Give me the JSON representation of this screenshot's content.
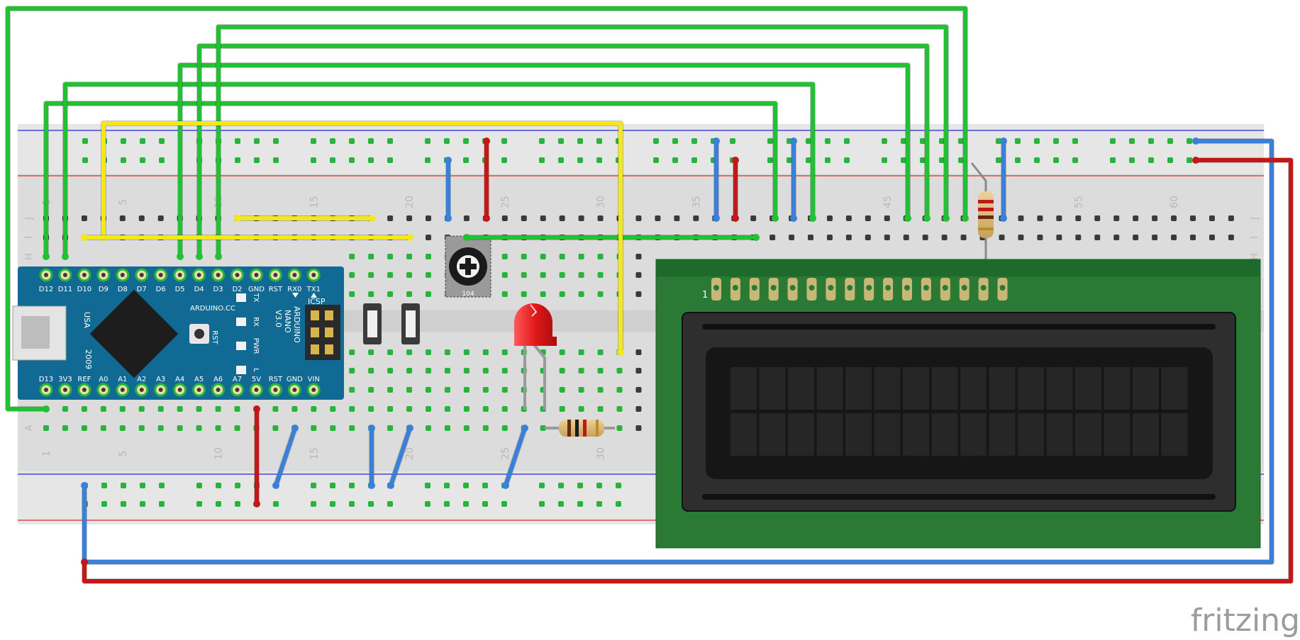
{
  "breadboard": {
    "rows_top": [
      "J",
      "I",
      "H"
    ],
    "rows_bottom": [
      "A"
    ],
    "column_labels": [
      {
        "col": 1,
        "text": "1"
      },
      {
        "col": 5,
        "text": "5"
      },
      {
        "col": 10,
        "text": "10"
      },
      {
        "col": 15,
        "text": "15"
      },
      {
        "col": 20,
        "text": "20"
      },
      {
        "col": 25,
        "text": "25"
      },
      {
        "col": 30,
        "text": "30"
      },
      {
        "col": 35,
        "text": "35"
      },
      {
        "col": 45,
        "text": "45"
      },
      {
        "col": 55,
        "text": "55"
      },
      {
        "col": 60,
        "text": "60"
      }
    ]
  },
  "arduino": {
    "top_pins": [
      "D12",
      "D11",
      "D10",
      "D9",
      "D8",
      "D7",
      "D6",
      "D5",
      "D4",
      "D3",
      "D2",
      "GND",
      "RST",
      "RX0",
      "TX1"
    ],
    "bottom_pins": [
      "D13",
      "3V3",
      "REF",
      "A0",
      "A1",
      "A2",
      "A3",
      "A4",
      "A5",
      "A6",
      "A7",
      "5V",
      "RST",
      "GND",
      "VIN"
    ],
    "brand": "ARDUINO.CC",
    "model_lines": [
      "ARDUINO",
      "NANO",
      "V3.0"
    ],
    "usa": "USA",
    "year": "2009",
    "rst": "RST",
    "icsp": "ICSP",
    "leds": [
      "TX",
      "RX",
      "PWR",
      "L"
    ]
  },
  "potentiometer": {
    "code": "104"
  },
  "lcd": {
    "pin1": "1"
  },
  "colors": {
    "wire_green": "#22c032",
    "wire_yellow": "#f2e81a",
    "wire_blue": "#3a80d8",
    "wire_red": "#c41818",
    "board_blue": "#116a94",
    "lcd_pcb": "#2a7a36"
  },
  "watermark": "fritzing"
}
